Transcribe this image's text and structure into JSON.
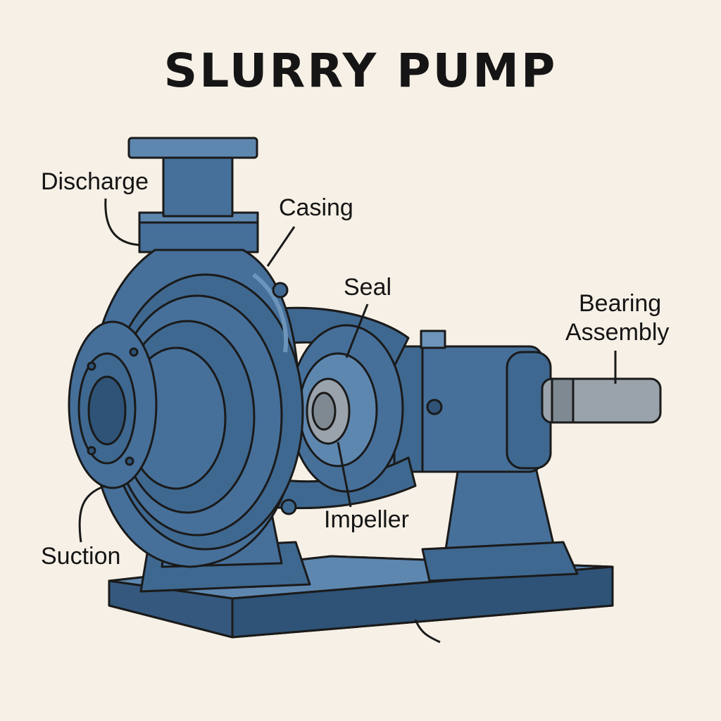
{
  "title": "SLURRY PUMP",
  "labels": {
    "discharge": "Discharge",
    "casing": "Casing",
    "seal": "Seal",
    "bearing_line1": "Bearing",
    "bearing_line2": "Assembly",
    "impeller": "Impeller",
    "suction": "Suction"
  },
  "colors": {
    "background": "#f6f0e6",
    "pump_blue": "#46709a",
    "pump_light": "#6d95bb",
    "pump_dark": "#2f5377",
    "steel": "#9aa3ab",
    "outline": "#1a1a1a"
  }
}
